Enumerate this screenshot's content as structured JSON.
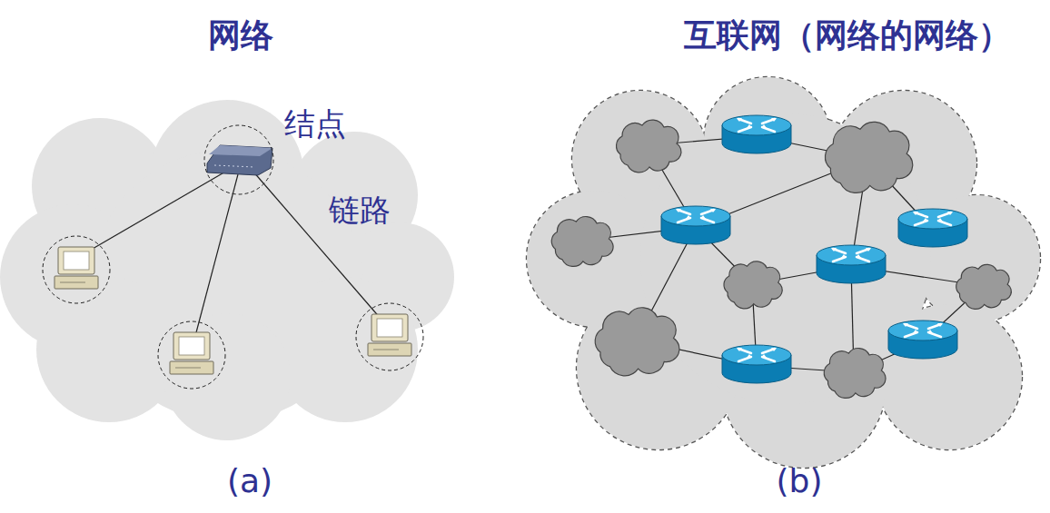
{
  "diagram": {
    "nodes": [
      {
        "text": [
          "网络"
        ]
      },
      {
        "text": [
          "互联网（网络的网络）"
        ]
      }
    ],
    "labels": [
      "结点",
      "链路",
      "(a)",
      "(b)"
    ]
  }
}
